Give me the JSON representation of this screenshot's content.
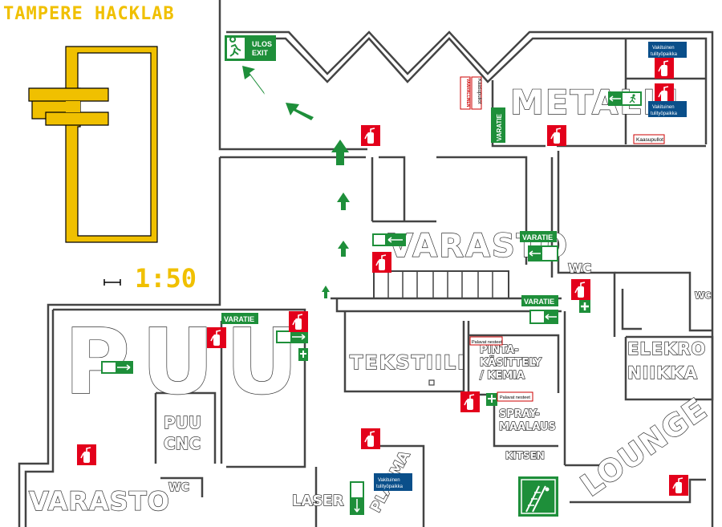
{
  "title": "TAMPERE HACKLAB",
  "scale": "1:50",
  "rooms": {
    "metalli": "METALLI",
    "varasto_center": "VARASTO",
    "puu": "PUU",
    "puu_cnc_1": "PUU",
    "puu_cnc_2": "CNC",
    "varasto_bottom": "VARASTO",
    "wc_bottom": "WC",
    "tekstiili": "TEKSTIILI",
    "pinta_1": "PINTA-",
    "pinta_2": "KÄSITTELY",
    "pinta_3": "/ KEMIA",
    "spray_1": "SPRAY-",
    "spray_2": "MAALAUS",
    "kitsen": "KITSEN",
    "laser": "LASER",
    "plasma": "PLASMA",
    "wc_center": "WC",
    "wc_right": "WC",
    "elekro_1": "ELEKRO",
    "elekro_2": "NIIKKA",
    "lounge": "LOUNGE"
  },
  "signs": {
    "exit_line1": "ULOS",
    "exit_line2": "EXIT",
    "varatie": "VARATIE",
    "fire_station_1": "Vakituinen",
    "fire_station_2": "tulityöpaikka",
    "kaasupullot": "Kaasupullot",
    "palavat": "Palavat nesteet",
    "vaarallinen": "VAARALLINEN"
  },
  "colors": {
    "title_yellow": "#f0c000",
    "exit_green": "#1e8f3a",
    "fire_red": "#e3001b",
    "station_blue": "#0a4f8a"
  }
}
